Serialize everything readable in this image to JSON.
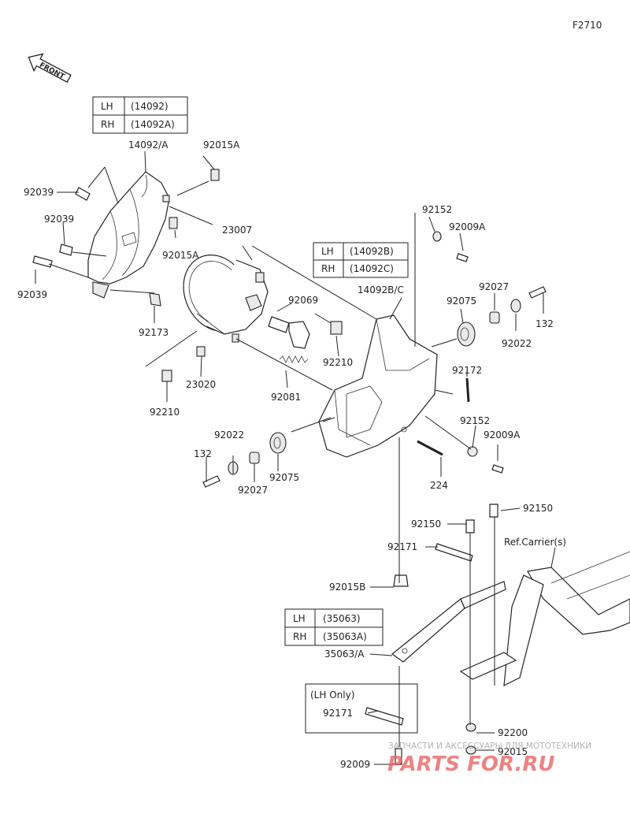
{
  "figure_code": "F2710",
  "front_arrow": "FRONT",
  "tables": {
    "headlight_cover": [
      {
        "side": "LH",
        "part": "(14092)"
      },
      {
        "side": "RH",
        "part": "(14092A)"
      }
    ],
    "headlight_bracket": [
      {
        "side": "LH",
        "part": "(14092B)"
      },
      {
        "side": "RH",
        "part": "(14092C)"
      }
    ],
    "stay": [
      {
        "side": "LH",
        "part": "(35063)"
      },
      {
        "side": "RH",
        "part": "(35063A)"
      }
    ]
  },
  "labels": {
    "p14092A": "14092/A",
    "p92015A_top": "92015A",
    "p92039_a": "92039",
    "p92039_b": "92039",
    "p92039_c": "92039",
    "p92015A_mid": "92015A",
    "p23007": "23007",
    "p92173": "92173",
    "p92069": "92069",
    "p92210_a": "92210",
    "p23020": "23020",
    "p92210_b": "92210",
    "p92081": "92081",
    "p92152_top": "92152",
    "p92009A_top": "92009A",
    "p14092BC": "14092B/C",
    "p92027_top": "92027",
    "p92075_top": "92075",
    "p132_top": "132",
    "p92022_top": "92022",
    "p92172": "92172",
    "p92152_bot": "92152",
    "p92009A_bot": "92009A",
    "p92022_bot": "92022",
    "p132_bot": "132",
    "p92027_bot": "92027",
    "p92075_bot": "92075",
    "p224": "224",
    "p92150_a": "92150",
    "p92150_b": "92150",
    "p92171_a": "92171",
    "ref_carrier": "Ref.Carrier(s)",
    "p92015B": "92015B",
    "p35063A": "35063/A",
    "lh_only": "(LH Only)",
    "p92171_b": "92171",
    "p92200": "92200",
    "p92015": "92015",
    "p92009": "92009"
  },
  "watermark": {
    "tagline": "ЗАПЧАСТИ И АКСЕССУАРЫ ДЛЯ МОТОТЕХНИКИ",
    "brand": "PARTS FOR.RU"
  }
}
